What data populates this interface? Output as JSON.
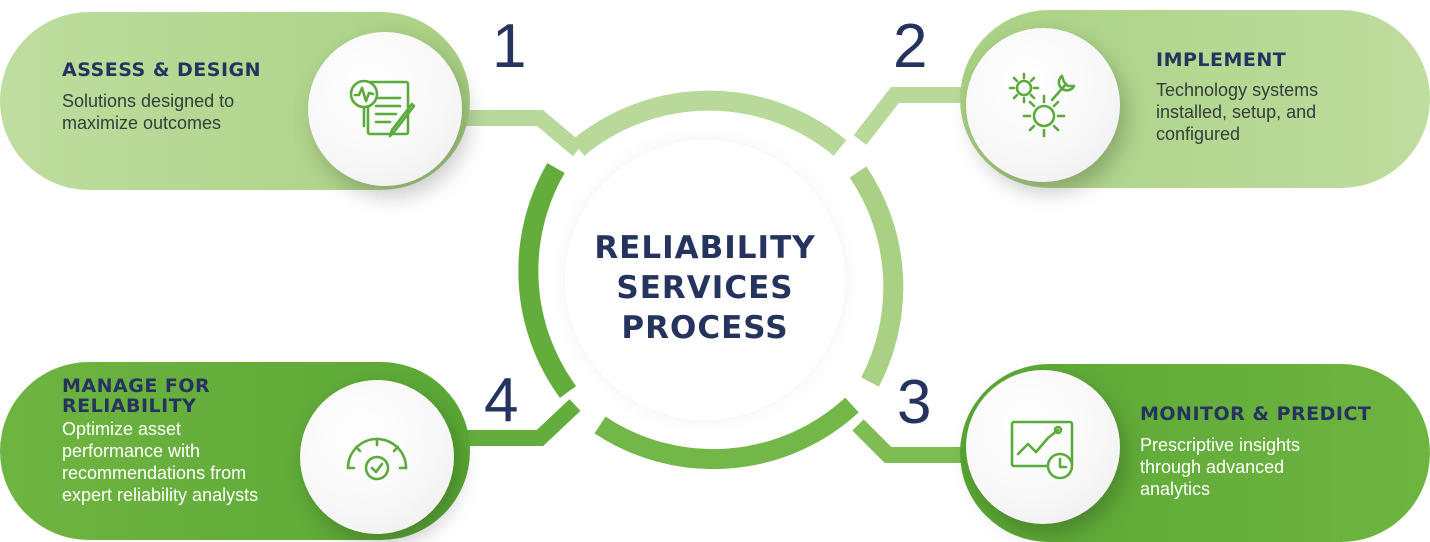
{
  "center": {
    "title_lines": [
      "RELIABILITY",
      "SERVICES",
      "PROCESS"
    ]
  },
  "steps": [
    {
      "number": "1",
      "title": "ASSESS & DESIGN",
      "description_lines": [
        "Solutions designed to",
        "maximize outcomes"
      ],
      "icon": "report-magnifier-icon"
    },
    {
      "number": "2",
      "title": "IMPLEMENT",
      "description_lines": [
        "Technology systems",
        "installed, setup, and",
        "configured"
      ],
      "icon": "gears-wrench-icon"
    },
    {
      "number": "3",
      "title": "MONITOR & PREDICT",
      "description_lines": [
        "Prescriptive insights",
        "through advanced",
        "analytics"
      ],
      "icon": "analytics-clock-icon"
    },
    {
      "number": "4",
      "title_lines": [
        "MANAGE FOR",
        "RELIABILITY"
      ],
      "description_lines": [
        "Optimize asset",
        "performance with",
        "recommendations from",
        "expert reliability analysts"
      ],
      "icon": "gauge-check-icon"
    }
  ],
  "colors": {
    "light_green": "#b6d892",
    "dark_green": "#62ad3b",
    "ring_green": "#6cb444",
    "navy": "#25335f",
    "icon_green": "#5aaa3c"
  }
}
